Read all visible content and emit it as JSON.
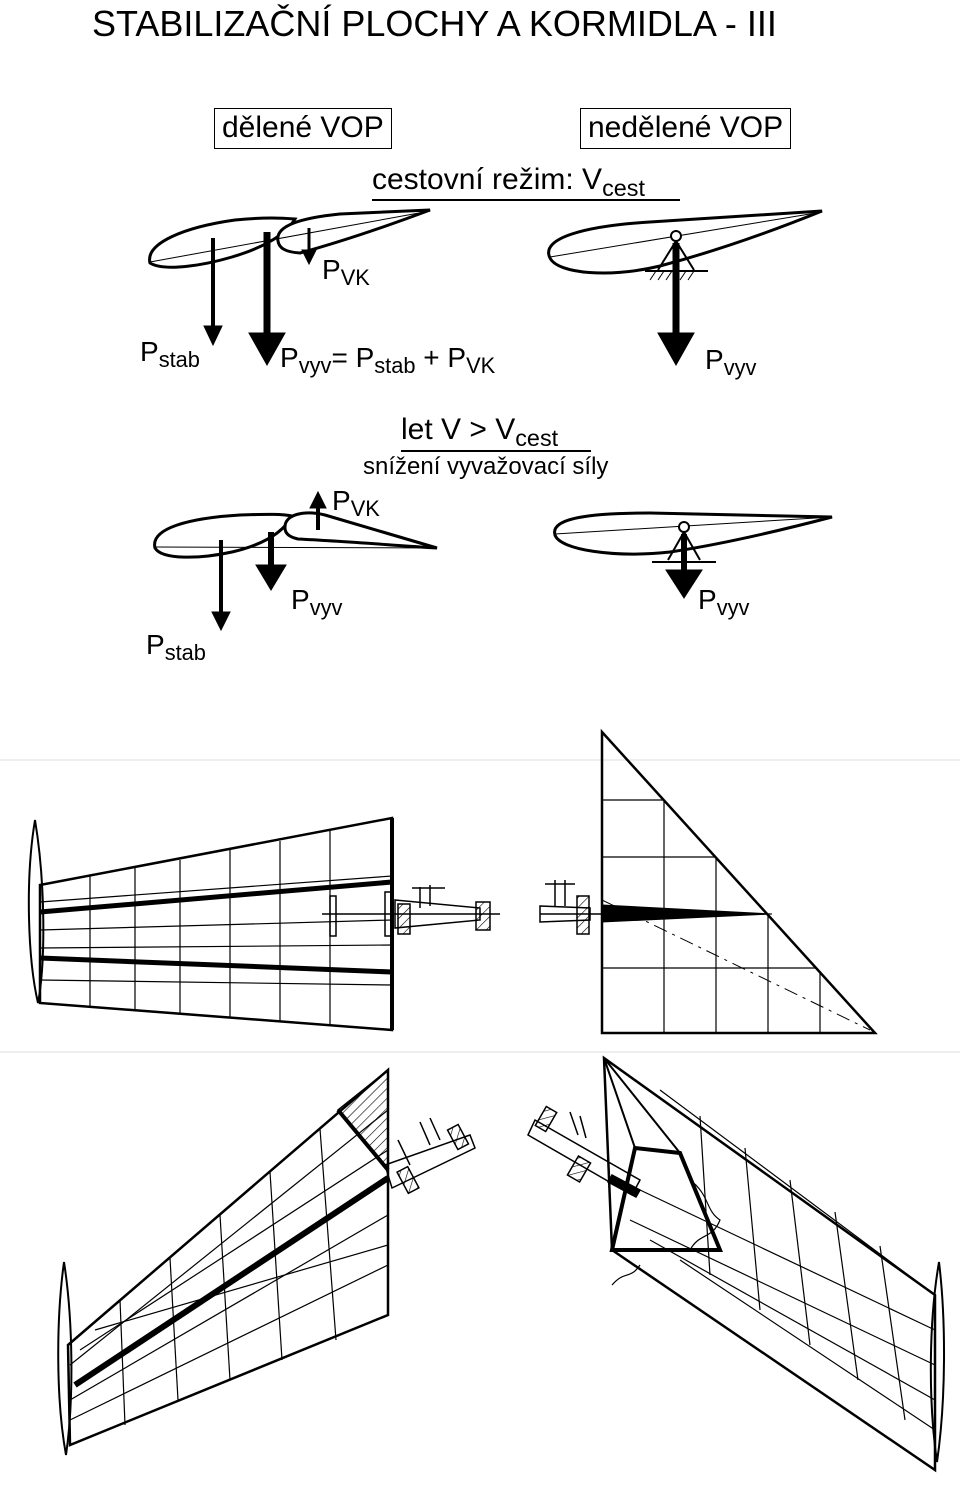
{
  "title": "STABILIZAČNÍ PLOCHY A KORMIDLA - III",
  "split_label": "dělené VOP",
  "nonsplit_label": "nedělené VOP",
  "cruise": {
    "text": "cestovní režim: V",
    "sub": "cest"
  },
  "fast": {
    "text": "let V > V",
    "sub": "cest",
    "note": "snížení vyvažovací síly"
  },
  "forces": {
    "p": "P",
    "vk": "VK",
    "stab": "stab",
    "vyv": "vyv",
    "eq_mid": "= P",
    "eq_plus": " + P"
  }
}
